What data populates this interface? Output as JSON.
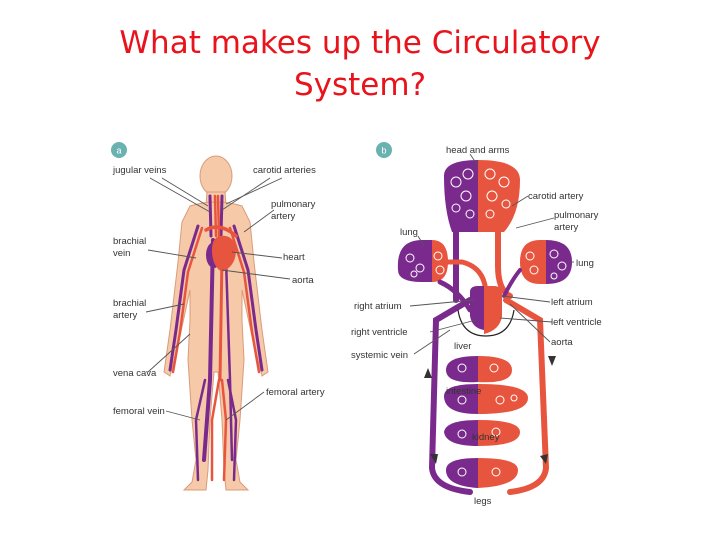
{
  "title": {
    "line1": "What makes up the Circulatory",
    "line2": "System?"
  },
  "panel_a": {
    "badge": "a",
    "labels": {
      "jugular_veins": "jugular veins",
      "carotid_arteries": "carotid arteries",
      "pulmonary_artery_1": "pulmonary",
      "pulmonary_artery_2": "artery",
      "brachial_vein_1": "brachial",
      "brachial_vein_2": "vein",
      "heart": "heart",
      "aorta": "aorta",
      "brachial_artery_1": "brachial",
      "brachial_artery_2": "artery",
      "vena_cava": "vena cava",
      "femoral_artery": "femoral artery",
      "femoral_vein": "femoral vein"
    }
  },
  "panel_b": {
    "badge": "b",
    "labels": {
      "head_and_arms": "head and arms",
      "carotid_artery": "carotid artery",
      "pulmonary_artery_1": "pulmonary",
      "pulmonary_artery_2": "artery",
      "lung_left": "lung",
      "lung_right": "lung",
      "right_atrium": "right atrium",
      "left_atrium": "left atrium",
      "right_ventricle": "right ventricle",
      "left_ventricle": "left ventricle",
      "aorta": "aorta",
      "systemic_vein": "systemic vein",
      "liver": "liver",
      "intestine": "intestine",
      "kidney": "kidney",
      "legs": "legs"
    }
  },
  "colors": {
    "title": "#e8131b",
    "artery": "#e8553f",
    "vein": "#7a2a8c",
    "skin": "#f6c9a8",
    "badge": "#6ab2b0"
  }
}
